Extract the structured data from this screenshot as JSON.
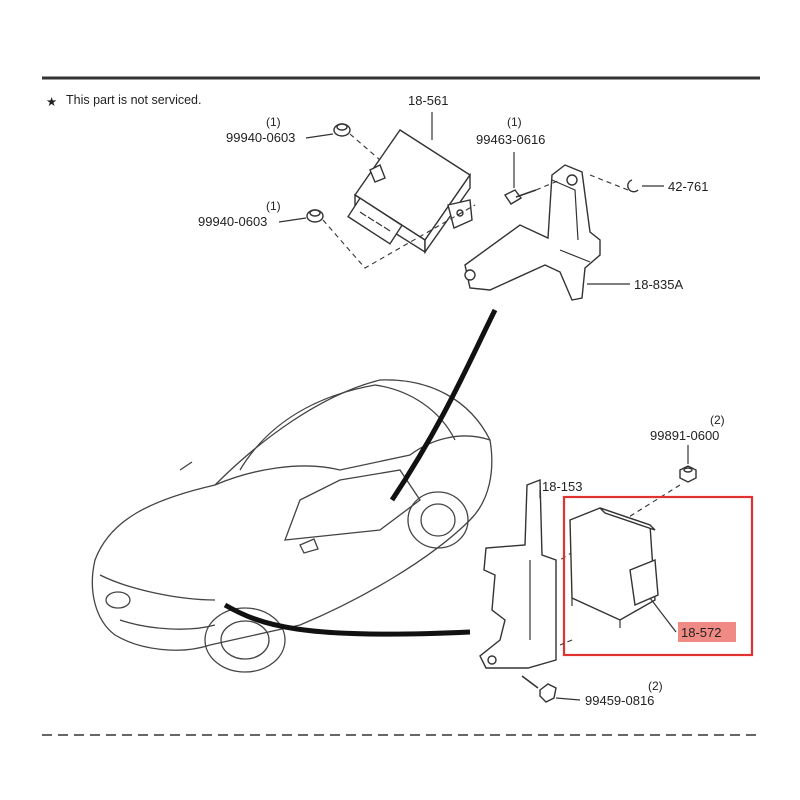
{
  "note": {
    "star": "★",
    "text": "This part is not serviced."
  },
  "parts": {
    "module_top": "18-561",
    "nut_upper_qty": "(1)",
    "nut_upper_code": "99940-0603",
    "nut_lower_qty": "(1)",
    "nut_lower_code": "99940-0603",
    "bolt_top_qty": "(1)",
    "bolt_top_code": "99463-0616",
    "clip_top": "42-761",
    "bracket_top": "18-835A",
    "nut_right_qty": "(2)",
    "nut_right_code": "99891-0600",
    "bracket_right": "18-153",
    "module_highlighted": "18-572",
    "bolt_bottom_qty": "(2)",
    "bolt_bottom_code": "99459-0816"
  },
  "colors": {
    "highlight_box": "#e0322e",
    "highlight_label_bg": "#f08a84"
  }
}
